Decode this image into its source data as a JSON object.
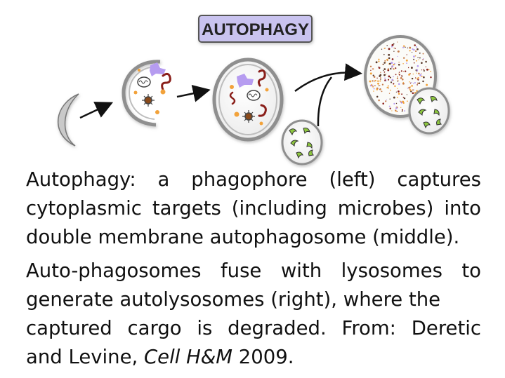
{
  "title_badge": {
    "text": "AUTOPHAGY",
    "fill": "#c9c3ef",
    "border": "#555555"
  },
  "colors": {
    "membrane": "#8f8f8f",
    "cargo_purple": "#b69cf0",
    "cargo_red": "#8a1f1a",
    "dot_orange": "#f2a23a",
    "microbe_green": "#8dc63f",
    "arrow": "#111111"
  },
  "caption": {
    "paragraph1": "Autophagy: a phagophore (left) captures cytoplasmic targets (including microbes) into double membrane autophagosome (middle).",
    "paragraph2": "Auto-phagosomes fuse with lysosomes to generate autolysosomes (right), where the",
    "paragraph3_line1": "captured cargo is degraded. From:  Deretic",
    "paragraph3_line2_prefix": "and Levine, ",
    "journal": "Cell H&M",
    "year": " 2009."
  }
}
